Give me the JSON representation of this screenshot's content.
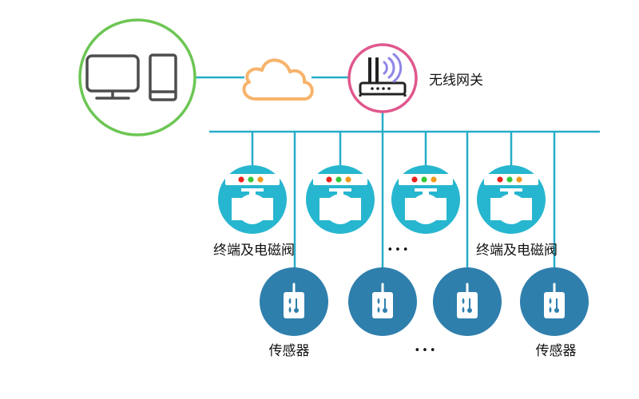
{
  "labels": {
    "gateway": "无线网关",
    "terminal_left": "终端及电磁阀",
    "terminal_right": "终端及电磁阀",
    "terminal_ellipsis": "•••",
    "sensor_left": "传感器",
    "sensor_right": "传感器",
    "sensor_ellipsis": "•••"
  },
  "colors": {
    "line": "#27adc8",
    "client_ring": "#6cc653",
    "gateway_ring": "#e0578d",
    "cloud": "#f7b36a",
    "device_icon": "#4d4d4d",
    "terminal_fill": "#27b6cf",
    "sensor_fill": "#2f7fad",
    "led_red": "#e8231d",
    "led_green": "#35c838",
    "led_orange": "#f39a1b",
    "wifi": "#8f85e6"
  },
  "icons": [
    "monitor-icon",
    "phone-icon",
    "cloud-icon",
    "router-icon",
    "valve-icon",
    "sensor-icon"
  ]
}
